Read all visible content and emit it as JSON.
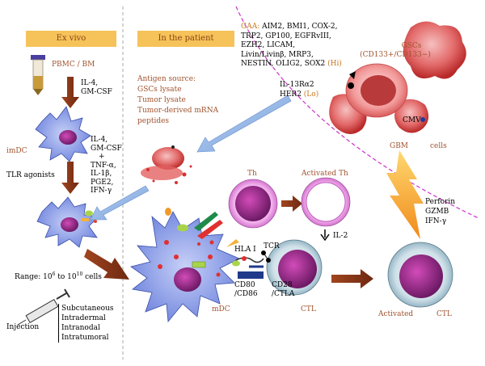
{
  "ex_vivo": {
    "banner": "Ex vivo",
    "pbmc": "PBMC / BM",
    "stim1": [
      "IL-4,",
      "GM-CSF"
    ],
    "imdc": "imDC",
    "stim2": [
      "IL-4,",
      "GM-CSF",
      "+",
      "TNF-α,",
      "IL-1β,",
      "PGE2,",
      "IFN-γ"
    ],
    "tlr": "TLR agonists",
    "range_prefix": "Range: 10",
    "range_exp1": "6",
    "range_mid": " to 10",
    "range_exp2": "10",
    "range_suffix": " cells",
    "injection": "Injection",
    "routes": [
      "Subcutaneous",
      "Intradermal",
      "Intranodal",
      "Intratumoral"
    ]
  },
  "patient": {
    "banner": "In the patient",
    "antigen_title": "Antigen source:",
    "antigen_items": [
      "GSCs lysate",
      "Tumor lysate",
      "Tumor-derived mRNA",
      "peptides"
    ],
    "mdc": "mDC",
    "th": "Th",
    "activated_th": "Activated Th",
    "il2": "IL-2",
    "hla": "HLA I",
    "tcr": "TCR",
    "cd80": [
      "CD80",
      "/CD86"
    ],
    "cd28": [
      "CD28",
      "/CTLA"
    ],
    "ctl": "CTL",
    "activated_ctl": "Activated",
    "activated_ctl_2": "CTL",
    "effectors": [
      "Perforin",
      "GZMB",
      "IFN-γ"
    ]
  },
  "tumor": {
    "gaa_label": "GAA:",
    "gaa_lines": [
      "AIM2, BMI1, COX-2,",
      "TRP2, GP100, EGFRvIII,",
      "EZH2, LICAM,",
      "Livin/Livinβ, MRP3,",
      "NESTIN, OLIG2, SOX2"
    ],
    "hi": "(Hi)",
    "lo_lines": [
      "IL-13Rα2",
      "HER2"
    ],
    "lo": "(Lo)",
    "gscs": "GSCs",
    "gscs_markers": "(CD133+/CD133−)",
    "cmv": "CMV",
    "gbm": "GBM",
    "cells": "cells"
  },
  "colors": {
    "banner": "#f6c25a",
    "dc_cell": "#7b8fe0",
    "nucleus": "#9b2a8a",
    "arrow_brown": "#8b3a1a",
    "arrow_blue": "#8fb4e8",
    "tumor_red": "#d94a4a",
    "divider_magenta": "#cc33cc",
    "lightning": "#f4a92a"
  }
}
